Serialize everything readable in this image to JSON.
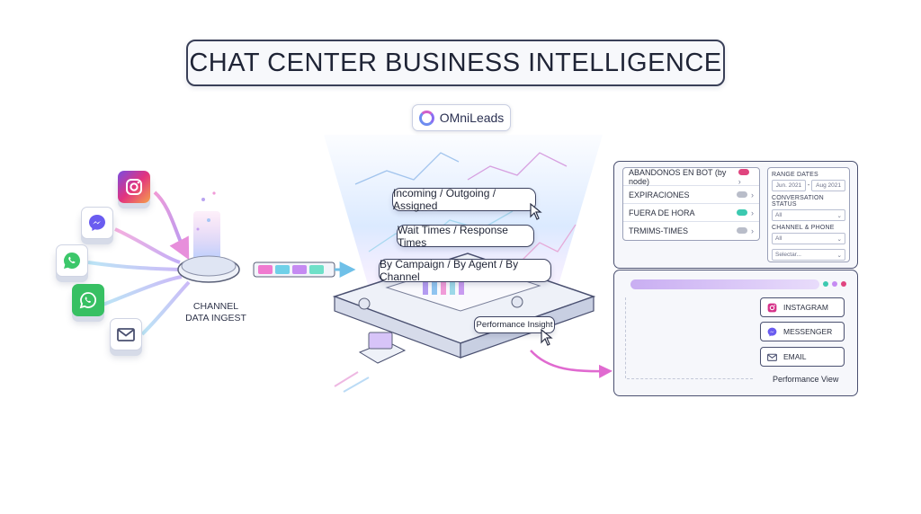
{
  "title": "CHAT CENTER BUSINESS INTELLIGENCE",
  "brand": {
    "name": "OMniLeads"
  },
  "channels": [
    {
      "name": "instagram",
      "icon": "instagram-icon",
      "color": "#d6338a"
    },
    {
      "name": "messenger",
      "icon": "messenger-icon",
      "color": "#7a5cf0"
    },
    {
      "name": "whatsapp",
      "icon": "whatsapp-icon",
      "color": "#37c76a"
    },
    {
      "name": "whatsapp-business",
      "icon": "whatsapp-icon",
      "color": "#2fb85c"
    },
    {
      "name": "email",
      "icon": "email-icon",
      "color": "#5a6078"
    }
  ],
  "ingest": {
    "label_line1": "CHANNEL",
    "label_line2": "DATA INGEST"
  },
  "metrics": {
    "pill1": "Incoming / Outgoing / Assigned",
    "pill2": "Wait Times / Response Times",
    "pill3": "By Campaign / By Agent / By Channel",
    "insight": "Performance Insight"
  },
  "filters_panel": {
    "rows": [
      {
        "label": "ABANDONOS EN BOT (by node)",
        "toggle_color": "#e0457f"
      },
      {
        "label": "EXPIRACIONES",
        "toggle_color": "#b9bdc9"
      },
      {
        "label": "FUERA DE HORA",
        "toggle_color": "#3cc9b0"
      },
      {
        "label": "TRMIMS-TIMES",
        "toggle_color": "#b9bdc9"
      }
    ],
    "range_label": "RANGE DATES",
    "date_from": "Jun. 2021",
    "date_sep": "-",
    "date_to": "Aug 2021",
    "status_label": "CONVERSATION STATUS",
    "status_value": "All",
    "channel_label": "CHANNEL & PHONE",
    "channel_value": "All",
    "select_placeholder": "Selectar..."
  },
  "performance_view": {
    "caption": "Performance View",
    "buttons": [
      {
        "label": "INSTAGRAM",
        "icon": "instagram-icon"
      },
      {
        "label": "MESSENGER",
        "icon": "messenger-icon"
      },
      {
        "label": "EMAIL",
        "icon": "email-icon"
      }
    ]
  },
  "colors": {
    "accent_pink": "#e0457f",
    "accent_teal": "#3cc9b0",
    "accent_violet": "#8a6ef2",
    "line_dark": "#3a4058"
  }
}
